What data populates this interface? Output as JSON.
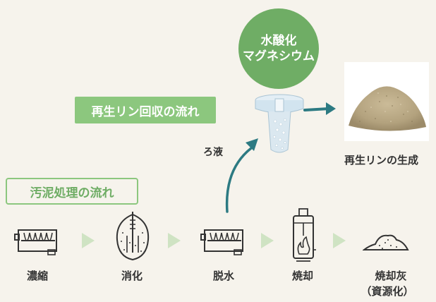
{
  "magnesium_circle": {
    "line1": "水酸化",
    "line2": "マグネシウム"
  },
  "recycle_flow_label": "再生リン回収の流れ",
  "sludge_flow_label": "汚泥処理の流れ",
  "filtrate_label": "ろ液",
  "product_label": "再生リンの生成",
  "steps": [
    {
      "label": "濃縮"
    },
    {
      "label": "消化"
    },
    {
      "label": "脱水"
    },
    {
      "label": "焼却"
    },
    {
      "label": "焼却灰",
      "sublabel": "（資源化）"
    }
  ],
  "colors": {
    "green_dark": "#6fad65",
    "green_light": "#8cc77e",
    "teal": "#2c7a82",
    "background": "#f6f3ec"
  }
}
